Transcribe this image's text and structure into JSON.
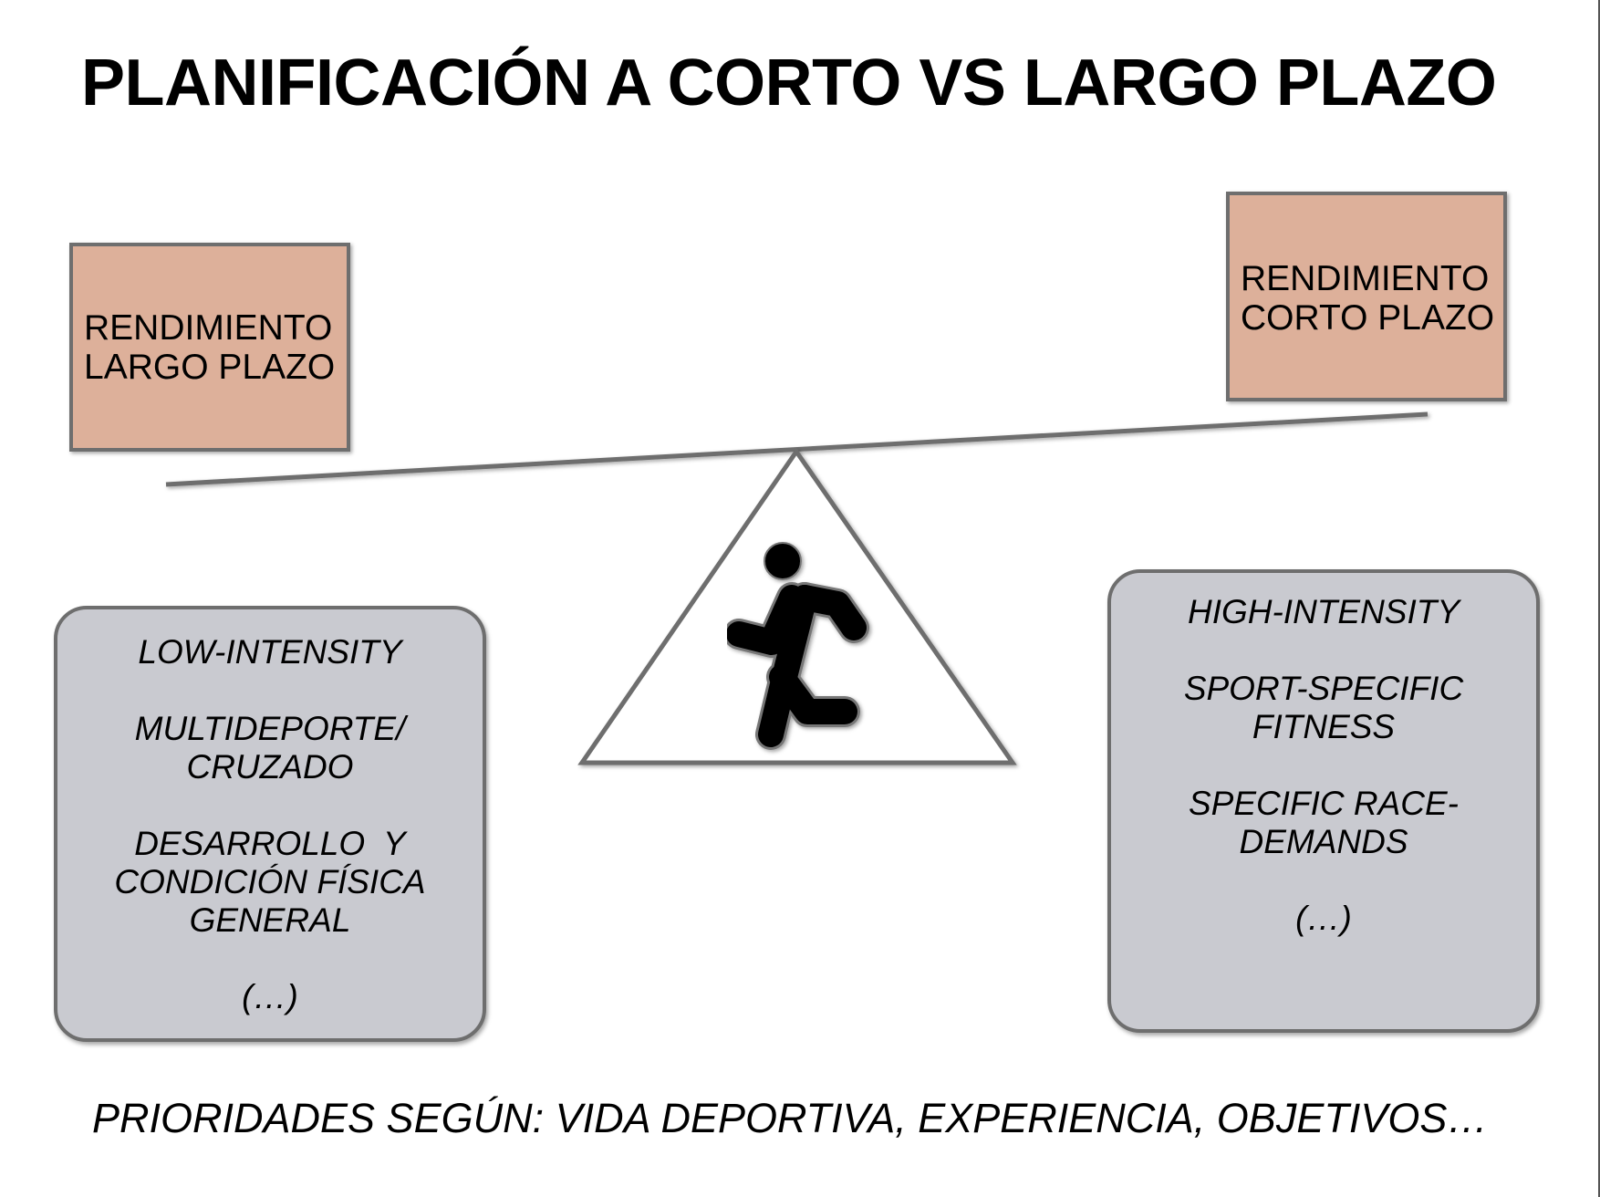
{
  "title": "PLANIFICACIÓN A CORTO VS LARGO PLAZO",
  "left_box": [
    "RENDIMIENTO",
    "LARGO PLAZO"
  ],
  "right_box": [
    "RENDIMIENTO",
    "CORTO PLAZO"
  ],
  "left_list": [
    [
      "LOW-INTENSITY"
    ],
    [
      "MULTIDEPORTE/",
      "CRUZADO"
    ],
    [
      "DESARROLLO  Y",
      "CONDICIÓN FÍSICA",
      "GENERAL"
    ],
    [
      "(…)"
    ]
  ],
  "right_list": [
    [
      "HIGH-INTENSITY"
    ],
    [
      "SPORT-SPECIFIC",
      "FITNESS"
    ],
    [
      "SPECIFIC RACE-",
      "DEMANDS"
    ],
    [
      "(…)"
    ]
  ],
  "footer": "PRIORIDADES SEGÚN: VIDA DEPORTIVA, EXPERIENCIA, OBJETIVOS…",
  "colors": {
    "salmon_box": "#ddb09a",
    "grey_box": "#c9cad0",
    "outline": "#6e6e6e",
    "runner": "#000000"
  },
  "icons": {
    "fulcrum": "triangle-fulcrum",
    "runner": "running-person-icon"
  }
}
